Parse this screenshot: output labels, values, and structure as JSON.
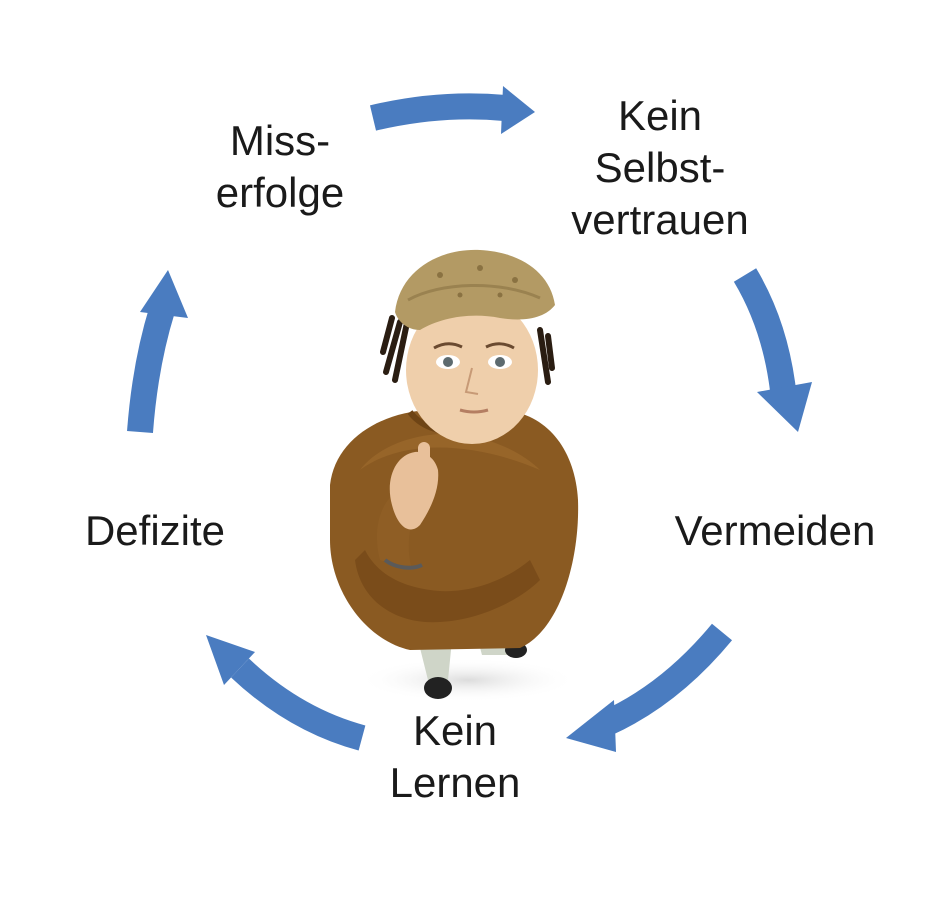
{
  "diagram": {
    "arrow_color": "#4a7cc0",
    "figure": "person-in-brown-sweater-and-bandana-thinking",
    "nodes": [
      {
        "id": "misserfolge",
        "lines": [
          "Miss-",
          "erfolge"
        ]
      },
      {
        "id": "selbst",
        "lines": [
          "Kein",
          "Selbst-",
          "vertrauen"
        ]
      },
      {
        "id": "vermeiden",
        "lines": [
          "Vermeiden"
        ]
      },
      {
        "id": "lernen",
        "lines": [
          "Kein",
          "Lernen"
        ]
      },
      {
        "id": "defizite",
        "lines": [
          "Defizite"
        ]
      }
    ],
    "edges": [
      {
        "from": "misserfolge",
        "to": "selbst"
      },
      {
        "from": "selbst",
        "to": "vermeiden"
      },
      {
        "from": "vermeiden",
        "to": "lernen"
      },
      {
        "from": "lernen",
        "to": "defizite"
      },
      {
        "from": "defizite",
        "to": "misserfolge"
      }
    ]
  }
}
